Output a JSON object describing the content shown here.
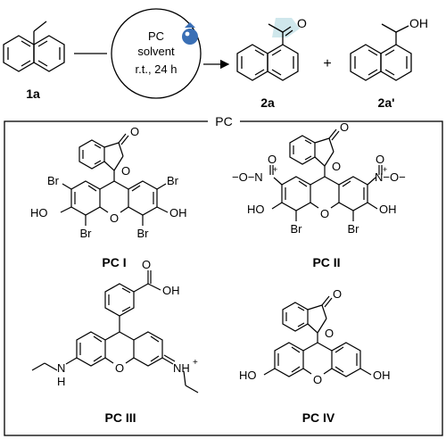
{
  "reaction": {
    "conditions": [
      "PC",
      "solvent",
      "r.t., 24 h"
    ],
    "plus": "+",
    "reactant_label": "1a",
    "product_labels": [
      "2a",
      "2a'"
    ],
    "ketone_o": "O",
    "alcohol_oh": "OH",
    "highlight_color": "#cfe7ec",
    "lamp_color": "#3a6fb5"
  },
  "panel": {
    "title": "PC",
    "catalysts": [
      {
        "label": "PC I",
        "atoms": {
          "ring_o": "O",
          "lactone_o": "O",
          "carbonyl_o": "O",
          "br_ul": "Br",
          "br_ur": "Br",
          "br_ll": "Br",
          "br_lr": "Br",
          "oh_l": "HO",
          "oh_r": "OH"
        }
      },
      {
        "label": "PC II",
        "atoms": {
          "ring_o": "O",
          "lactone_o": "O",
          "carbonyl_o": "O",
          "no2_l": "−O−N",
          "no2_r": "N−O−",
          "plus_l": "+",
          "plus_r": "+",
          "no2_o_l": "O",
          "no2_o_r": "O",
          "br_ll": "Br",
          "br_lr": "Br",
          "oh_l": "HO",
          "oh_r": "OH"
        }
      },
      {
        "label": "PC III",
        "atoms": {
          "ring_o": "O",
          "acid_oh": "OH",
          "acid_o": "O",
          "amine": "N",
          "amine_h": "H",
          "iminium": "NH",
          "iminium_charge": "+"
        }
      },
      {
        "label": "PC IV",
        "atoms": {
          "ring_o": "O",
          "lactone_o": "O",
          "carbonyl_o": "O",
          "oh_l": "HO",
          "oh_r": "OH"
        }
      }
    ]
  }
}
